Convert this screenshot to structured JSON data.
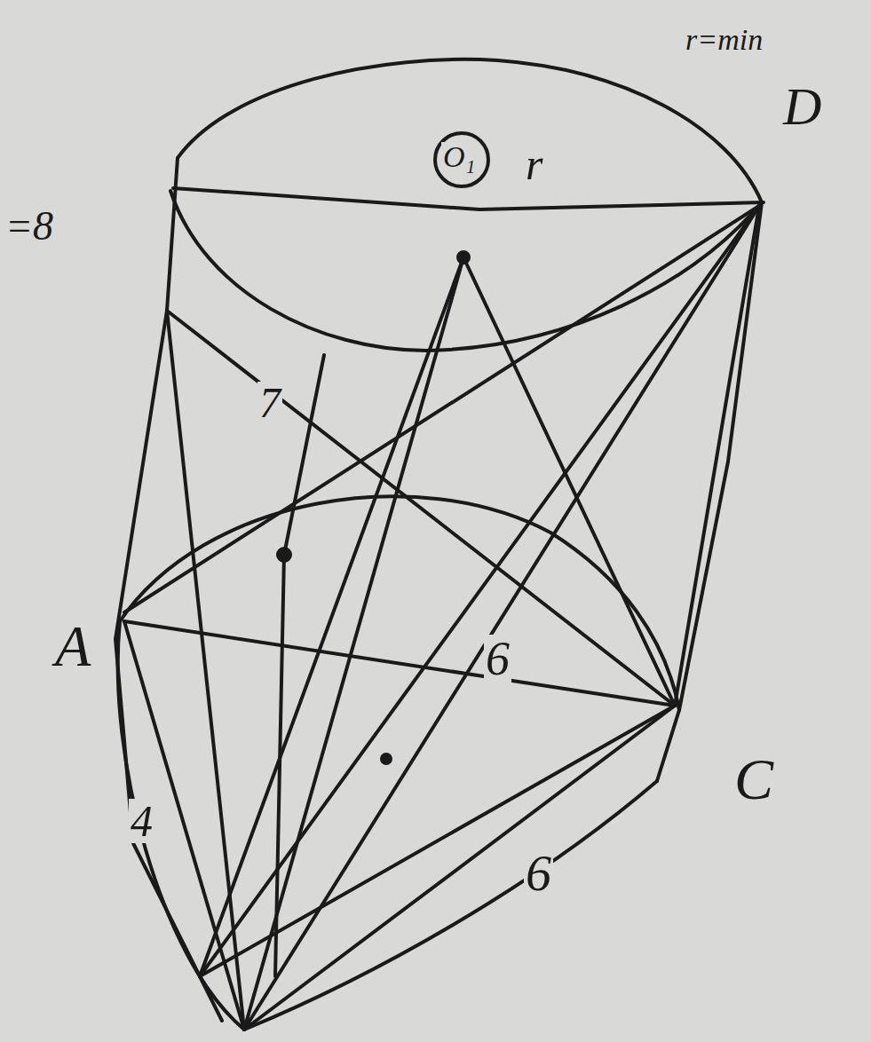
{
  "diagram": {
    "labels": [
      "=8",
      "r=min",
      "D",
      "O₁",
      "r",
      "7",
      "A",
      "6",
      "C",
      "4",
      "6"
    ]
  }
}
